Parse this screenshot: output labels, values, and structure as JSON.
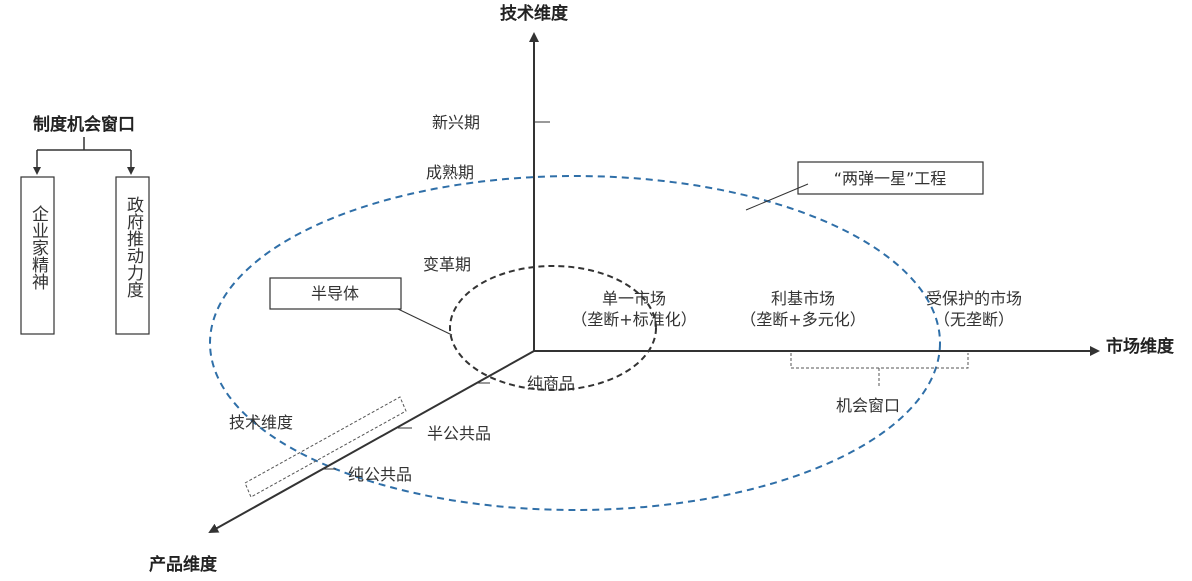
{
  "axes": {
    "tech": "技术维度",
    "market": "市场维度",
    "product": "产品维度"
  },
  "tech_stages": {
    "emerging": "新兴期",
    "mature": "成熟期",
    "reform": "变革期"
  },
  "market_types": {
    "single": "单一市场",
    "single_note": "（垄断+标准化）",
    "interest": "利基市场",
    "interest_note": "（垄断+多元化）",
    "protected": "受保护的市场",
    "protected_note": "（无垄断）"
  },
  "product_types": {
    "pure_goods": "纯商品",
    "semi_public": "半公共品",
    "pure_public": "纯公共品"
  },
  "callouts": {
    "liangdan": "“两弹一星”工程",
    "semiconductor": "半导体",
    "window": "机会窗口",
    "tech_dim_label": "技术维度"
  },
  "institution": {
    "title": "制度机会窗口",
    "left": "企业家精神",
    "right": "政府推动力度"
  },
  "colors": {
    "axis": "#333333",
    "outer_ellipse": "#2f6fa8",
    "inner_ellipse": "#333333"
  }
}
